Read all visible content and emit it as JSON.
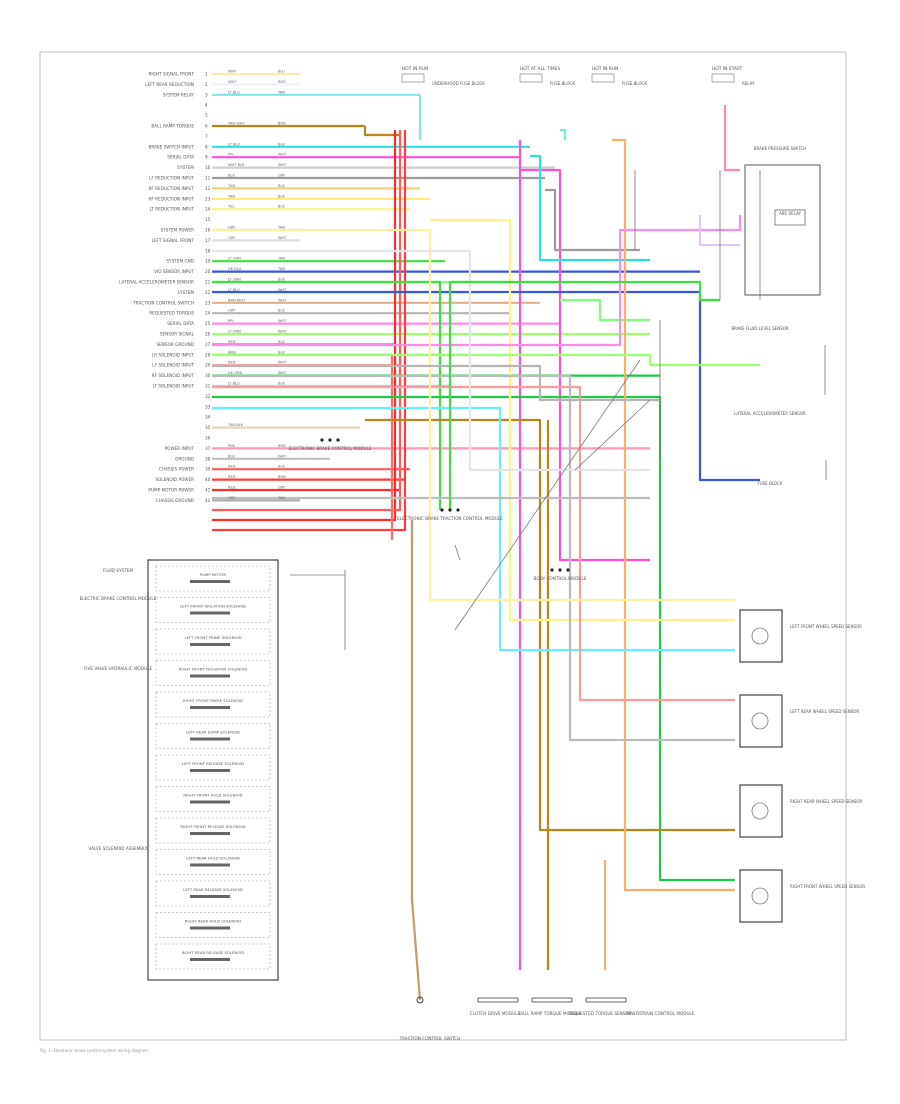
{
  "diagram": {
    "footer": "Fig. 1: Electronic brake control system wiring diagram",
    "left_pins": [
      {
        "num": "1",
        "label": "RIGHT SIGNAL FRONT",
        "w1": "WHT",
        "w2": "BLU",
        "color": "#ffe9b0"
      },
      {
        "num": "2",
        "label": "LEFT REAR REDUCTION",
        "w1": "WHT",
        "w2": "RED",
        "color": "#eef2ff"
      },
      {
        "num": "3",
        "label": "SYSTEM RELAY",
        "w1": "LT BLU",
        "w2": "TAN",
        "color": "#7fe6e6"
      },
      {
        "num": "4",
        "label": "",
        "w1": "",
        "w2": "",
        "color": "#e6e6e6"
      },
      {
        "num": "5",
        "label": "",
        "w1": "",
        "w2": "",
        "color": "#e6e6e6"
      },
      {
        "num": "6",
        "label": "BALL RAMP TORQUE",
        "w1": "TAN WHT",
        "w2": "BRN",
        "color": "#b8861b"
      },
      {
        "num": "7",
        "label": "",
        "w1": "",
        "w2": "",
        "color": "#e6e6e6"
      },
      {
        "num": "8",
        "label": "BRAKE SWITCH INPUT",
        "w1": "LT BLU",
        "w2": "BLK",
        "color": "#2ee0e0"
      },
      {
        "num": "9",
        "label": "SERIAL DATA",
        "w1": "PPL",
        "w2": "WHT",
        "color": "#ff4fd8"
      },
      {
        "num": "10",
        "label": "SYSTEM",
        "w1": "WHT BLK",
        "w2": "WHT",
        "color": "#cfcfcf"
      },
      {
        "num": "11",
        "label": "LF REDUCTION INPUT",
        "w1": "BLK",
        "w2": "GRY",
        "color": "#9a9a9a"
      },
      {
        "num": "12",
        "label": "RF REDUCTION INPUT",
        "w1": "TAN",
        "w2": "BLK",
        "color": "#f1d27c"
      },
      {
        "num": "13",
        "label": "RF REDUCTION INPUT",
        "w1": "TAN",
        "w2": "BLK",
        "color": "#ffe97a"
      },
      {
        "num": "14",
        "label": "LT REDUCTION INPUT",
        "w1": "YEL",
        "w2": "BLK",
        "color": "#fff28a"
      },
      {
        "num": "15",
        "label": "",
        "w1": "",
        "w2": "",
        "color": "#e6e6e6"
      },
      {
        "num": "16",
        "label": "SYSTEM POWER",
        "w1": "GRY",
        "w2": "TAN",
        "color": "#c9c9c9"
      },
      {
        "num": "17",
        "label": "LEFT SIGNAL FRONT",
        "w1": "GRY",
        "w2": "WHT",
        "color": "#dddddd"
      },
      {
        "num": "18",
        "label": "",
        "w1": "",
        "w2": "",
        "color": "#e6e6e6"
      },
      {
        "num": "19",
        "label": "SYSTEM GND",
        "w1": "LT GRN",
        "w2": "TAN",
        "color": "#3ee03e"
      },
      {
        "num": "20",
        "label": "VIO SENSOR INPUT",
        "w1": "DK BLU",
        "w2": "TAN",
        "color": "#3857e0"
      },
      {
        "num": "21",
        "label": "LATERAL ACCELEROMETER SENSOR",
        "w1": "LT GRN",
        "w2": "BLK",
        "color": "#7dff7d"
      },
      {
        "num": "22",
        "label": "SYSTEM",
        "w1": "LT BLU",
        "w2": "WHT",
        "color": "#8fffe6"
      },
      {
        "num": "23",
        "label": "TRACTION CONTROL SWITCH",
        "w1": "BRN WHT",
        "w2": "WHT",
        "color": "#e0b08a"
      },
      {
        "num": "24",
        "label": "REQUESTED TORQUE",
        "w1": "GRY",
        "w2": "BLK",
        "color": "#b5b5b5"
      },
      {
        "num": "25",
        "label": "SERIAL DATA",
        "w1": "PPL",
        "w2": "WHT",
        "color": "#ff8ae8"
      },
      {
        "num": "26",
        "label": "SENSOR SIGNAL",
        "w1": "LT GRN",
        "w2": "WHT",
        "color": "#9cff70"
      },
      {
        "num": "27",
        "label": "SENSOR GROUND",
        "w1": "RED",
        "w2": "BLK",
        "color": "#ff6a6a"
      },
      {
        "num": "28",
        "label": "LR SOLENOID INPUT",
        "w1": "BRN",
        "w2": "BLK",
        "color": "#d79a9a"
      },
      {
        "num": "29",
        "label": "LF SOLENOID INPUT",
        "w1": "RED",
        "w2": "WHT",
        "color": "#ff9a9a"
      },
      {
        "num": "30",
        "label": "RF SOLENOID INPUT",
        "w1": "DK GRN",
        "w2": "WHT",
        "color": "#21c94a"
      },
      {
        "num": "31",
        "label": "LT SOLENOID INPUT",
        "w1": "LT BLU",
        "w2": "BLK",
        "color": "#66f0ff"
      },
      {
        "num": "32",
        "label": "",
        "w1": "",
        "w2": "",
        "color": "#e6e6e6"
      },
      {
        "num": "33",
        "label": "",
        "w1": "",
        "w2": "",
        "color": "#e6e6e6"
      },
      {
        "num": "34",
        "label": "",
        "w1": "",
        "w2": "",
        "color": "#e6e6e6"
      },
      {
        "num": "35",
        "label": "",
        "w1": "TAN BLK",
        "w2": "",
        "color": "#e6d6b8"
      },
      {
        "num": "36",
        "label": "",
        "w1": "",
        "w2": "",
        "color": "#e6e6e6"
      },
      {
        "num": "37",
        "label": "POWER INPUT",
        "w1": "PNK",
        "w2": "BRN",
        "color": "#ff9ab8"
      },
      {
        "num": "38",
        "label": "GROUND",
        "w1": "BLK",
        "w2": "WHT",
        "color": "#bdbdbd"
      },
      {
        "num": "39",
        "label": "CHASSIS POWER",
        "w1": "RED",
        "w2": "BLK",
        "color": "#ff5a5a"
      },
      {
        "num": "40",
        "label": "SOLENOID POWER",
        "w1": "RED",
        "w2": "BRN",
        "color": "#ff3b3b"
      },
      {
        "num": "41",
        "label": "PUMP MOTOR POWER",
        "w1": "RED",
        "w2": "GRY",
        "color": "#ff2a2a"
      },
      {
        "num": "42",
        "label": "CHASSIS GROUND",
        "w1": "GRY",
        "w2": "TAN",
        "color": "#aaaaaa"
      }
    ],
    "top_components": [
      {
        "text": "HOT IN RUN",
        "sub": "UNDERHOOD FUSE BLOCK"
      },
      {
        "text": "HOT AT ALL TIMES",
        "sub": "FUSE BLOCK"
      },
      {
        "text": "HOT IN RUN",
        "sub": "FUSE BLOCK"
      },
      {
        "text": "HOT IN START",
        "sub": "RELAY"
      }
    ],
    "modules": [
      "ELECTRONIC BRAKE CONTROL MODULE",
      "ELECTRONIC BRAKE TRACTION CONTROL MODULE",
      "BODY CONTROL MODULE"
    ],
    "left_side_labels": [
      "FLUID SYSTEM",
      "ELECTRIC BRAKE CONTROL MODULE",
      "FIVE VALVE HYDRAULIC MODULE",
      "VALVE SOLENOID ASSEMBLY"
    ],
    "valve_labels": [
      "PUMP MOTOR",
      "LEFT FRONT ISOLATION SOLENOID",
      "LEFT FRONT PRIME SOLENOID",
      "RIGHT FRONT ISOLATION SOLENOID",
      "RIGHT FRONT PRIME SOLENOID",
      "LEFT REAR DUMP SOLENOID",
      "LEFT FRONT RELEASE SOLENOID",
      "RIGHT FRONT HOLD SOLENOID",
      "RIGHT FRONT RELEASE SOLENOID",
      "LEFT REAR HOLD SOLENOID",
      "LEFT REAR RELEASE SOLENOID",
      "RIGHT REAR HOLD SOLENOID",
      "RIGHT REAR RELEASE SOLENOID"
    ],
    "wheel_sensors": [
      {
        "name": "LEFT FRONT WHEEL SPEED SENSOR"
      },
      {
        "name": "LEFT REAR WHEEL SPEED SENSOR"
      },
      {
        "name": "RIGHT REAR WHEEL SPEED SENSOR"
      },
      {
        "name": "RIGHT FRONT WHEEL SPEED SENSOR"
      }
    ],
    "bottom_labels": [
      "TRACTION CONTROL SWITCH",
      "CLUTCH DRIVE MODULE",
      "BALL RAMP TORQUE MODULE",
      "REQUESTED TORQUE SENSOR",
      "POWERTRAIN CONTROL MODULE"
    ],
    "right_labels": [
      "BRAKE FLUID LEVEL SENSOR",
      "ABS RELAY",
      "BRAKE PRESSURE SWITCH",
      "LATERAL ACCELEROMETER SENSOR",
      "FUSE BLOCK"
    ]
  }
}
